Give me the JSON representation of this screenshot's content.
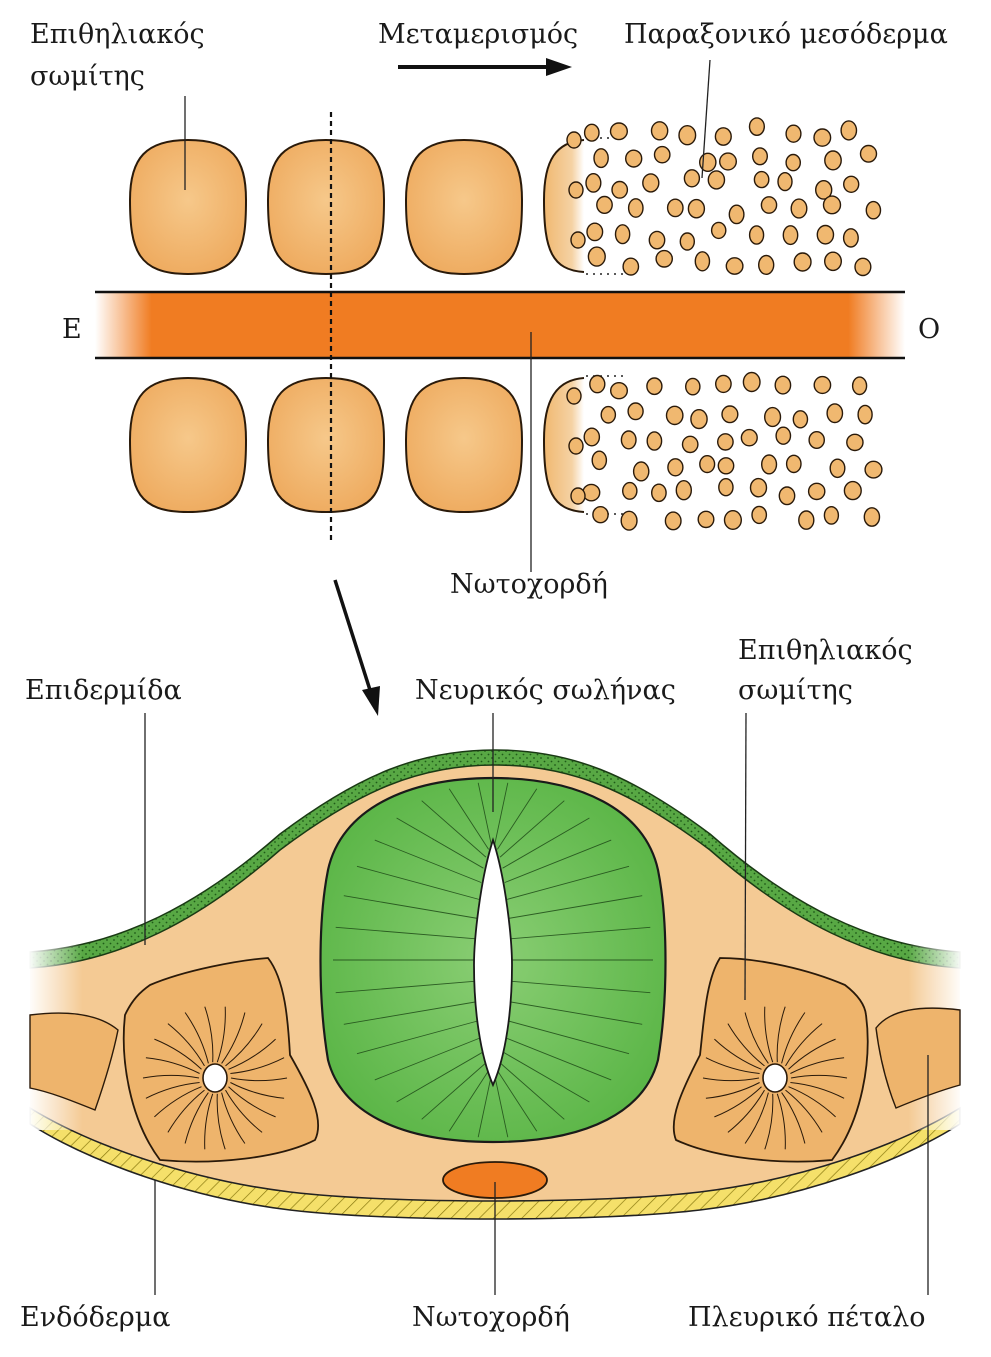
{
  "top": {
    "label_epithelial_somite_l1": "Επιθηλιακός",
    "label_epithelial_somite_l2": "σωμίτης",
    "label_segmentation": "Μεταμερισμός",
    "label_paraxial_mesoderm": "Παραξονικό μεσόδερμα",
    "label_left_end": "Ε",
    "label_right_end": "Ο",
    "label_notochord": "Νωτοχορδή"
  },
  "bottom": {
    "label_epidermis": "Επιδερμίδα",
    "label_neural_tube": "Νευρικός σωλήνας",
    "label_epithelial_somite_l1": "Επιθηλιακός",
    "label_epithelial_somite_l2": "σωμίτης",
    "label_endoderm": "Ενδόδερμα",
    "label_notochord": "Νωτοχορδή",
    "label_lateral_plate": "Πλευρικό πέταλο"
  },
  "colors": {
    "somite_fill": "#f0b870",
    "somite_stroke": "#2a1a0a",
    "notochord": "#f07c22",
    "mesenchyme_bg": "#f4ca94",
    "neural_tube": "#5cb848",
    "epidermis": "#4a9a3a",
    "endoderm": "#f5e06a"
  }
}
